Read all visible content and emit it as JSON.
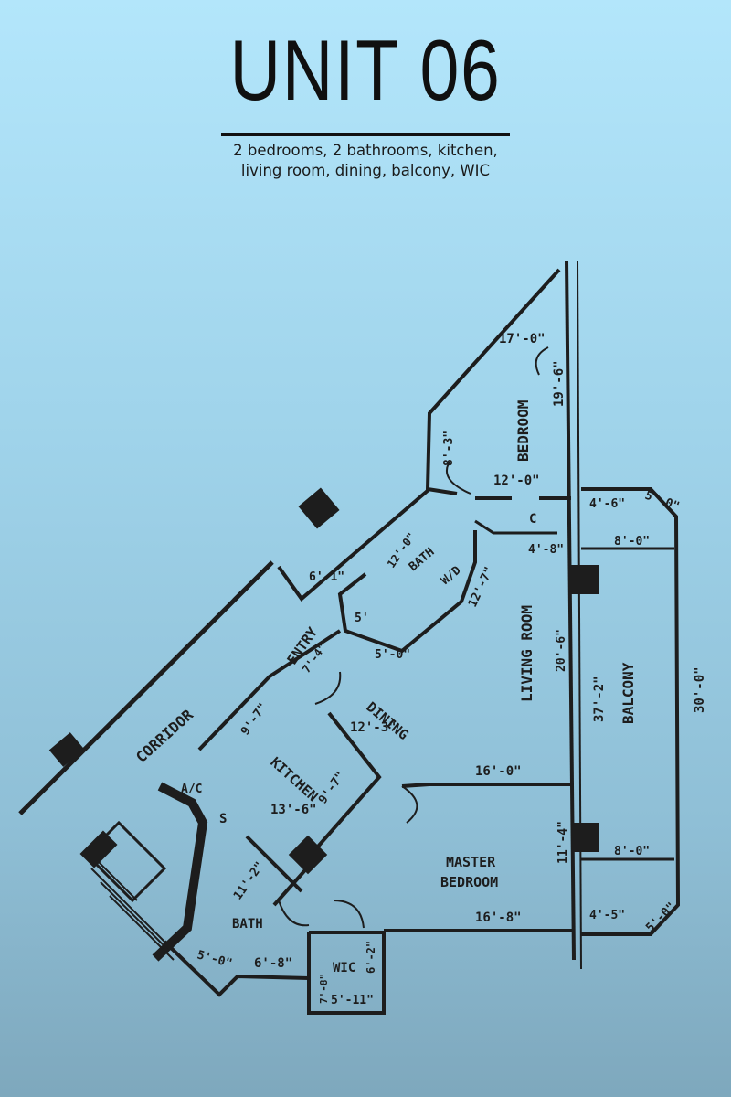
{
  "header": {
    "title": "UNIT 06",
    "subtitle_line1": "2 bedrooms, 2 bathrooms, kitchen,",
    "subtitle_line2": "living room, dining, balcony, WIC"
  },
  "plan": {
    "rooms": {
      "bedroom": "BEDROOM",
      "living_room": "LIVING ROOM",
      "balcony": "BALCONY",
      "entry": "ENTRY",
      "dining": "DINING",
      "corridor": "CORRIDOR",
      "kitchen": "KITCHEN",
      "master_bedroom_l1": "MASTER",
      "master_bedroom_l2": "BEDROOM",
      "bath": "BATH",
      "wic": "WIC",
      "ac": "A/C",
      "s": "S",
      "c": "C",
      "bath2": "BATH",
      "wd": "W/D"
    },
    "dimensions": {
      "bed_width": "17'-0\"",
      "bed_length": "19'-6\"",
      "bed_left": "8'-3\"",
      "bed_bottom": "12'-0\"",
      "balc_top_a": "4'-6\"",
      "balc_top_b": "5'-0\"",
      "balc_8a": "8'-0\"",
      "living_48": "4'-8\"",
      "living_width": "12'-7\"",
      "living_length": "20'-6\"",
      "entry_61": "6'-1\"",
      "entry_5": "5'",
      "entry_7": "7'-4\"",
      "hall_50": "5'-0\"",
      "bal_37": "37'-2\"",
      "bal_30": "30'-0\"",
      "kitchen_97": "9'-7\"",
      "kitchen_136": "13'-6\"",
      "kitchen_97b": "9'-7\"",
      "dining_123": "12'-3\"",
      "living_160": "16'-0\"",
      "master_114": "11'-4\"",
      "balc_8b": "8'-0\"",
      "master_168": "16'-8\"",
      "balc_45": "4'-5\"",
      "balc_50b": "5'-0\"",
      "bath_112": "11'-2\"",
      "bath_50": "5'-0\"",
      "bath_68": "6'-8\"",
      "wic_62": "6'-2\"",
      "wic_78": "7'-8\"",
      "wic_511": "5'-11\"",
      "bath2_120": "12'-0\""
    }
  },
  "colors": {
    "ink": "#1d1d1d",
    "bg_top": "#b3e6fb",
    "bg_bottom": "#7ea8bd"
  }
}
